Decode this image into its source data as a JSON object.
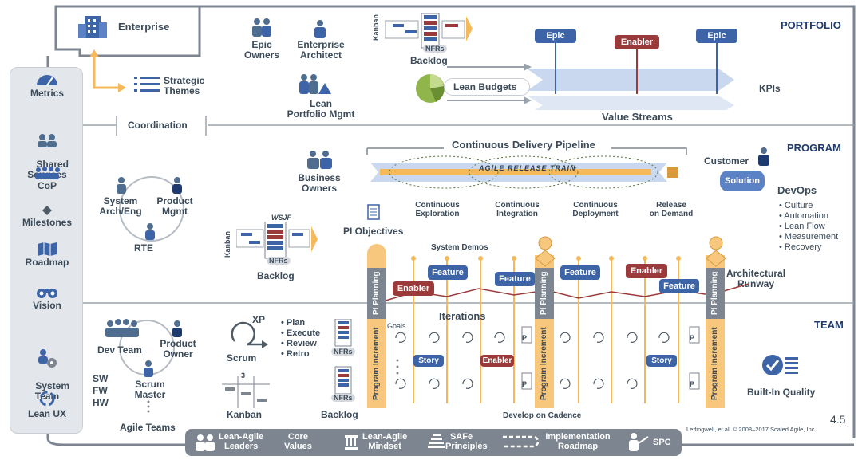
{
  "levels": {
    "portfolio": "PORTFOLIO",
    "program": "PROGRAM",
    "team": "TEAM"
  },
  "enterprise": "Enterprise",
  "strategic_themes": "Strategic\nThemes",
  "coordination": "Coordination",
  "portfolio": {
    "epic_owners": "Epic\nOwners",
    "enterprise_architect": "Enterprise\nArchitect",
    "lean_portfolio_mgmt": "Lean\nPortfolio Mgmt",
    "kanban": "Kanban",
    "nfrs": "NFRs",
    "backlog": "Backlog",
    "lean_budgets": "Lean Budgets",
    "epic1": "Epic",
    "enabler": "Enabler",
    "epic2": "Epic",
    "kpis": "KPIs",
    "value_streams": "Value Streams"
  },
  "program": {
    "cdp": "Continuous Delivery Pipeline",
    "art": "AGILE RELEASE TRAIN",
    "business_owners": "Business\nOwners",
    "system_arch": "System\nArch/Eng",
    "product_mgmt": "Product\nMgmt",
    "rte": "RTE",
    "kanban": "Kanban",
    "wsjf": "WSJF",
    "nfrs": "NFRs",
    "backlog": "Backlog",
    "pi_objectives": "PI Objectives",
    "system_demos": "System Demos",
    "continuous_exploration": "Continuous\nExploration",
    "continuous_integration": "Continuous\nIntegration",
    "continuous_deployment": "Continuous\nDeployment",
    "release_on_demand": "Release\non Demand",
    "customer": "Customer",
    "solution": "Solution",
    "devops": "DevOps",
    "devops_items": [
      "• Culture",
      "• Automation",
      "• Lean Flow",
      "• Measurement",
      "• Recovery"
    ],
    "architectural_runway": "Architectural\nRunway",
    "enabler": "Enabler",
    "feature": "Feature",
    "pi_planning": "PI Planning"
  },
  "team": {
    "dev_team": "Dev Team",
    "product_owner": "Product\nOwner",
    "scrum_master": "Scrum\nMaster",
    "sw": "SW",
    "fw": "FW",
    "hw": "HW",
    "agile_teams": "Agile Teams",
    "xp": "XP",
    "scrum": "Scrum",
    "plan_items": [
      "• Plan",
      "• Execute",
      "• Review",
      "• Retro"
    ],
    "kanban": "Kanban",
    "backlog": "Backlog",
    "nfrs": "NFRs",
    "iterations": "Iterations",
    "goals": "Goals",
    "story": "Story",
    "enabler": "Enabler",
    "program_increment": "Program Increment",
    "develop_on_cadence": "Develop on Cadence",
    "built_in_quality": "Built-In Quality",
    "p": "P"
  },
  "sidebar": [
    "Metrics",
    "Shared\nServices",
    "CoP",
    "Milestones",
    "Roadmap",
    "Vision",
    "System\nTeam",
    "Lean UX"
  ],
  "bottom_bar": [
    "Lean-Agile\nLeaders",
    "Core\nValues",
    "Lean-Agile\nMindset",
    "SAFe\nPrinciples",
    "Implementation\nRoadmap",
    "SPC"
  ],
  "version": "4.5",
  "copyright": "Leffingwell, et al. © 2008–2017 Scaled Agile, Inc.",
  "colors": {
    "blue": "#3e64a8",
    "red": "#9b3a3a",
    "orange": "#f7c77e",
    "navy": "#1f3a6e",
    "grey": "#7d8690"
  }
}
